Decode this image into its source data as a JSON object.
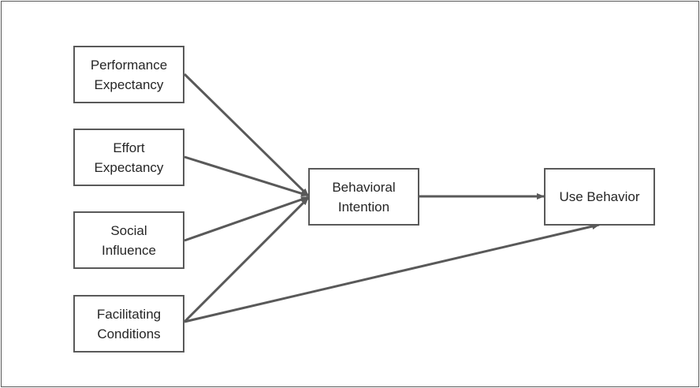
{
  "diagram": {
    "nodes": {
      "performance_expectancy": "Performance\nExpectancy",
      "effort_expectancy": "Effort\nExpectancy",
      "social_influence": "Social\nInfluence",
      "facilitating_conditions": "Facilitating\nConditions",
      "behavioral_intention": "Behavioral\nIntention",
      "use_behavior": "Use Behavior"
    },
    "edges": [
      {
        "from": "performance_expectancy",
        "to": "behavioral_intention"
      },
      {
        "from": "effort_expectancy",
        "to": "behavioral_intention"
      },
      {
        "from": "social_influence",
        "to": "behavioral_intention"
      },
      {
        "from": "facilitating_conditions",
        "to": "behavioral_intention"
      },
      {
        "from": "behavioral_intention",
        "to": "use_behavior"
      },
      {
        "from": "facilitating_conditions",
        "to": "use_behavior"
      }
    ],
    "colors": {
      "line": "#595959",
      "text": "#262626",
      "background": "#ffffff"
    }
  }
}
